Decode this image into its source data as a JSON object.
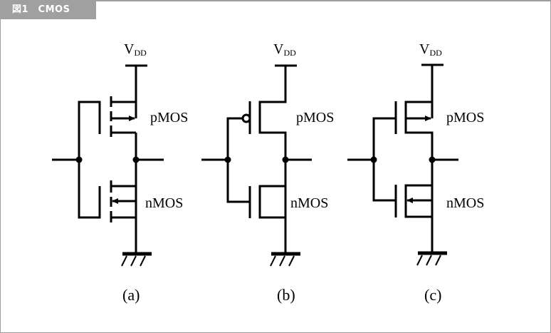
{
  "figure": {
    "tab_label": "図1　CMOS",
    "colors": {
      "tab_background": "#a0a0a0",
      "tab_text": "#ffffff",
      "wire": "#000000",
      "frame": "#9e9e9e"
    }
  },
  "circuits": [
    {
      "id": "a",
      "caption": "(a)",
      "supply_label": "V",
      "supply_subscript": "DD",
      "upper_label": "pMOS",
      "lower_label": "nMOS",
      "symbol_style": "four-terminal with body arrows, split channel"
    },
    {
      "id": "b",
      "caption": "(b)",
      "supply_label": "V",
      "supply_subscript": "DD",
      "upper_label": "pMOS",
      "lower_label": "nMOS",
      "symbol_style": "simplified with inversion bubble on pMOS gate"
    },
    {
      "id": "c",
      "caption": "(c)",
      "supply_label": "V",
      "supply_subscript": "DD",
      "upper_label": "pMOS",
      "lower_label": "nMOS",
      "symbol_style": "three-terminal with source arrows"
    }
  ]
}
